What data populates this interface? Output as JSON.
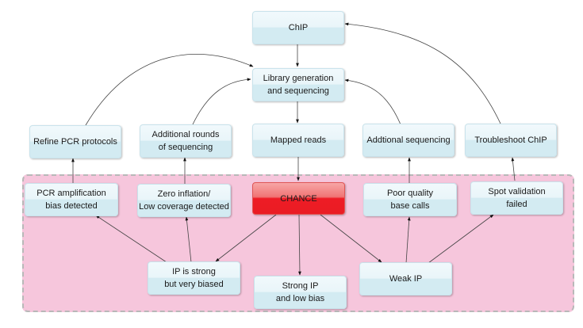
{
  "diagram": {
    "nodes": {
      "chip": "ChIP",
      "library": "Library generation\nand sequencing",
      "refine_pcr": "Refine PCR protocols",
      "additional_rounds": "Additional rounds\nof sequencing",
      "mapped_reads": "Mapped reads",
      "addtional_sequencing": "Addtional sequencing",
      "troubleshoot_chip": "Troubleshoot ChIP",
      "pcr_bias": "PCR amplification\nbias detected",
      "zero_inflation": "Zero inflation/\nLow coverage detected",
      "chance": "CHANCE",
      "poor_quality": "Poor quality\nbase calls",
      "spot_validation": "Spot validation\nfailed",
      "ip_strong_biased": "IP is strong\nbut very biased",
      "strong_ip_low_bias": "Strong IP\nand low bias",
      "weak_ip": "Weak IP"
    },
    "edges": [
      {
        "from": "chip",
        "to": "library"
      },
      {
        "from": "library",
        "to": "mapped_reads"
      },
      {
        "from": "mapped_reads",
        "to": "chance"
      },
      {
        "from": "chance",
        "to": "ip_strong_biased"
      },
      {
        "from": "chance",
        "to": "strong_ip_low_bias"
      },
      {
        "from": "chance",
        "to": "weak_ip"
      },
      {
        "from": "ip_strong_biased",
        "to": "pcr_bias"
      },
      {
        "from": "ip_strong_biased",
        "to": "zero_inflation"
      },
      {
        "from": "weak_ip",
        "to": "poor_quality"
      },
      {
        "from": "weak_ip",
        "to": "spot_validation"
      },
      {
        "from": "pcr_bias",
        "to": "refine_pcr"
      },
      {
        "from": "zero_inflation",
        "to": "additional_rounds"
      },
      {
        "from": "poor_quality",
        "to": "addtional_sequencing"
      },
      {
        "from": "spot_validation",
        "to": "troubleshoot_chip"
      },
      {
        "from": "refine_pcr",
        "to": "library"
      },
      {
        "from": "additional_rounds",
        "to": "library"
      },
      {
        "from": "addtional_sequencing",
        "to": "library"
      },
      {
        "from": "troubleshoot_chip",
        "to": "chip"
      }
    ],
    "colors": {
      "node_fill": "#d3ebf2",
      "chance_fill": "#ee1c25",
      "region_fill": "#f6c6dc",
      "region_border": "#b8b8b8"
    }
  }
}
